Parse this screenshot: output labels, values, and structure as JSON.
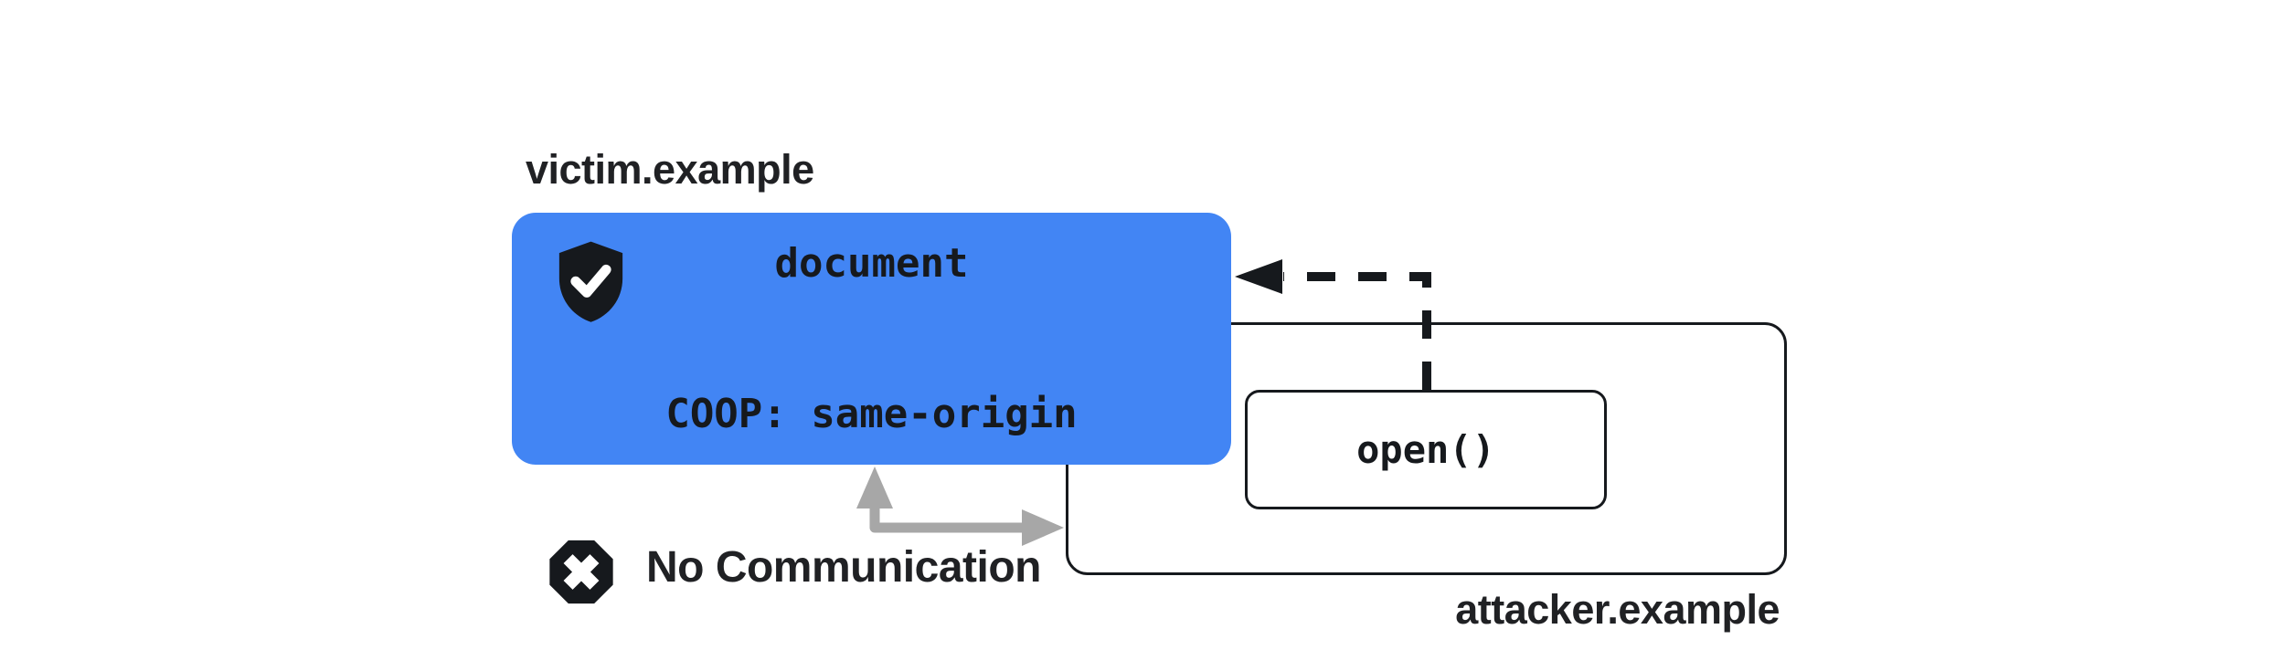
{
  "diagram": {
    "victim": {
      "domain_label": "victim.example",
      "box_lines": [
        "document",
        "COOP: same-origin"
      ],
      "box_color": "#4285f4",
      "badge_icon": "shield-check-icon"
    },
    "attacker": {
      "domain_label": "attacker.example",
      "call_label": "open()"
    },
    "blocked_note": {
      "label": "No Communication",
      "badge_icon": "blocked-x-icon"
    },
    "colors": {
      "victim_box": "#4285f4",
      "ink": "#202124",
      "outline": "#16191d",
      "blocked_arrow": "#a7a7a7",
      "background": "#ffffff"
    }
  }
}
